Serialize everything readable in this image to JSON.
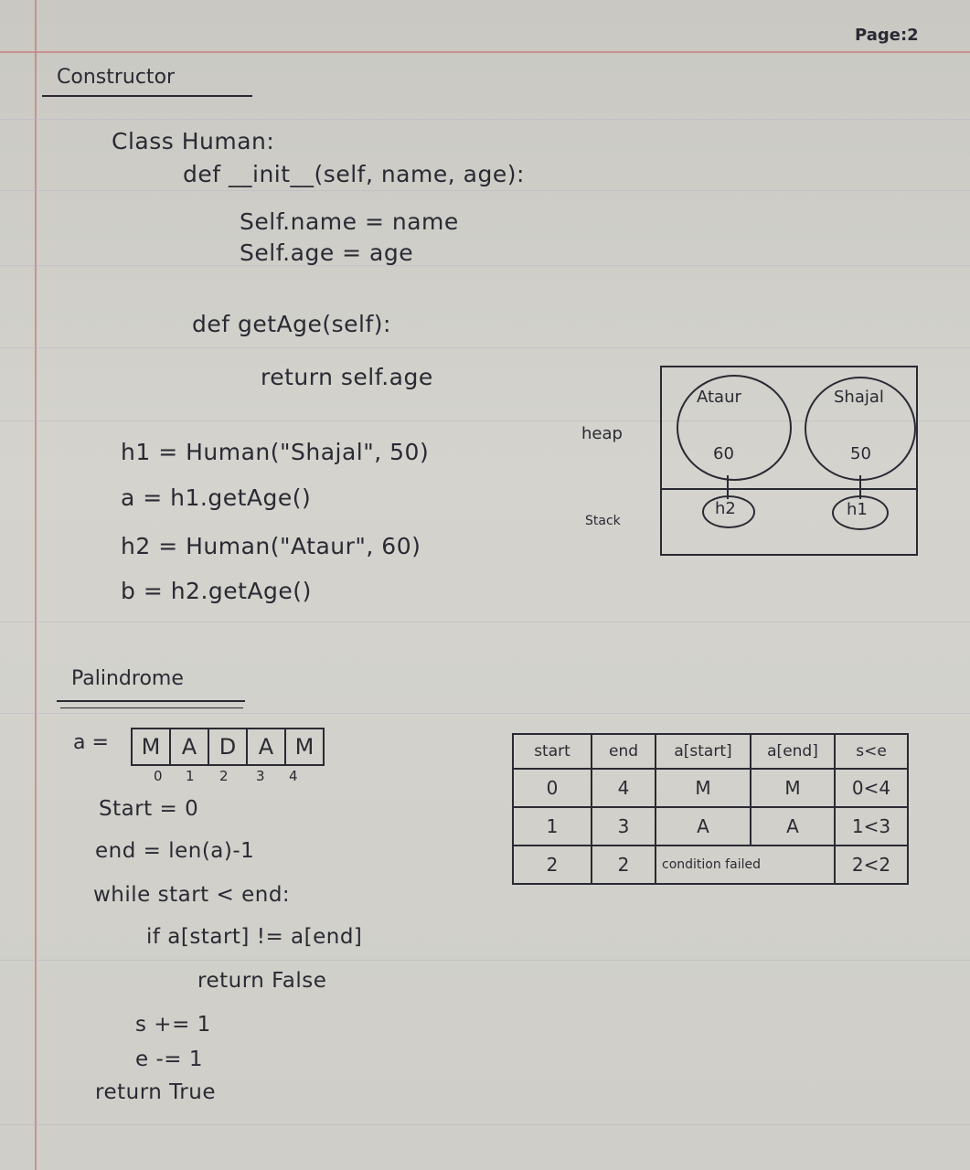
{
  "page_label": "Page:2",
  "constructor": {
    "heading": "Constructor",
    "code": [
      "Class Human:",
      "def __init__(self, name, age):",
      "Self.name = name",
      "Self.age = age",
      "def getAge(self):",
      "return self.age",
      "h1 = Human(\"Shajal\", 50)",
      "a = h1.getAge()",
      "h2 = Human(\"Ataur\", 60)",
      "b = h2.getAge()"
    ]
  },
  "memory": {
    "heap_label": "heap",
    "stack_label": "Stack",
    "objects": [
      {
        "name": "Ataur",
        "age": "60",
        "ref": "h2"
      },
      {
        "name": "Shajal",
        "age": "50",
        "ref": "h1"
      }
    ]
  },
  "palindrome": {
    "heading": "Palindrome",
    "array_prefix": "a =",
    "array": [
      "M",
      "A",
      "D",
      "A",
      "M"
    ],
    "indices": [
      "0",
      "1",
      "2",
      "3",
      "4"
    ],
    "code": [
      "Start = 0",
      "end = len(a)-1",
      "while start < end:",
      "if a[start] != a[end]",
      "return False",
      "s += 1",
      "e -= 1",
      "return True"
    ]
  },
  "trace_table": {
    "headers": [
      "start",
      "end",
      "a[start]",
      "a[end]",
      "s<e"
    ],
    "rows": [
      [
        "0",
        "4",
        "M",
        "M",
        "0<4"
      ],
      [
        "1",
        "3",
        "A",
        "A",
        "1<3"
      ],
      [
        "2",
        "2",
        "condition failed",
        "",
        "2<2"
      ]
    ]
  }
}
